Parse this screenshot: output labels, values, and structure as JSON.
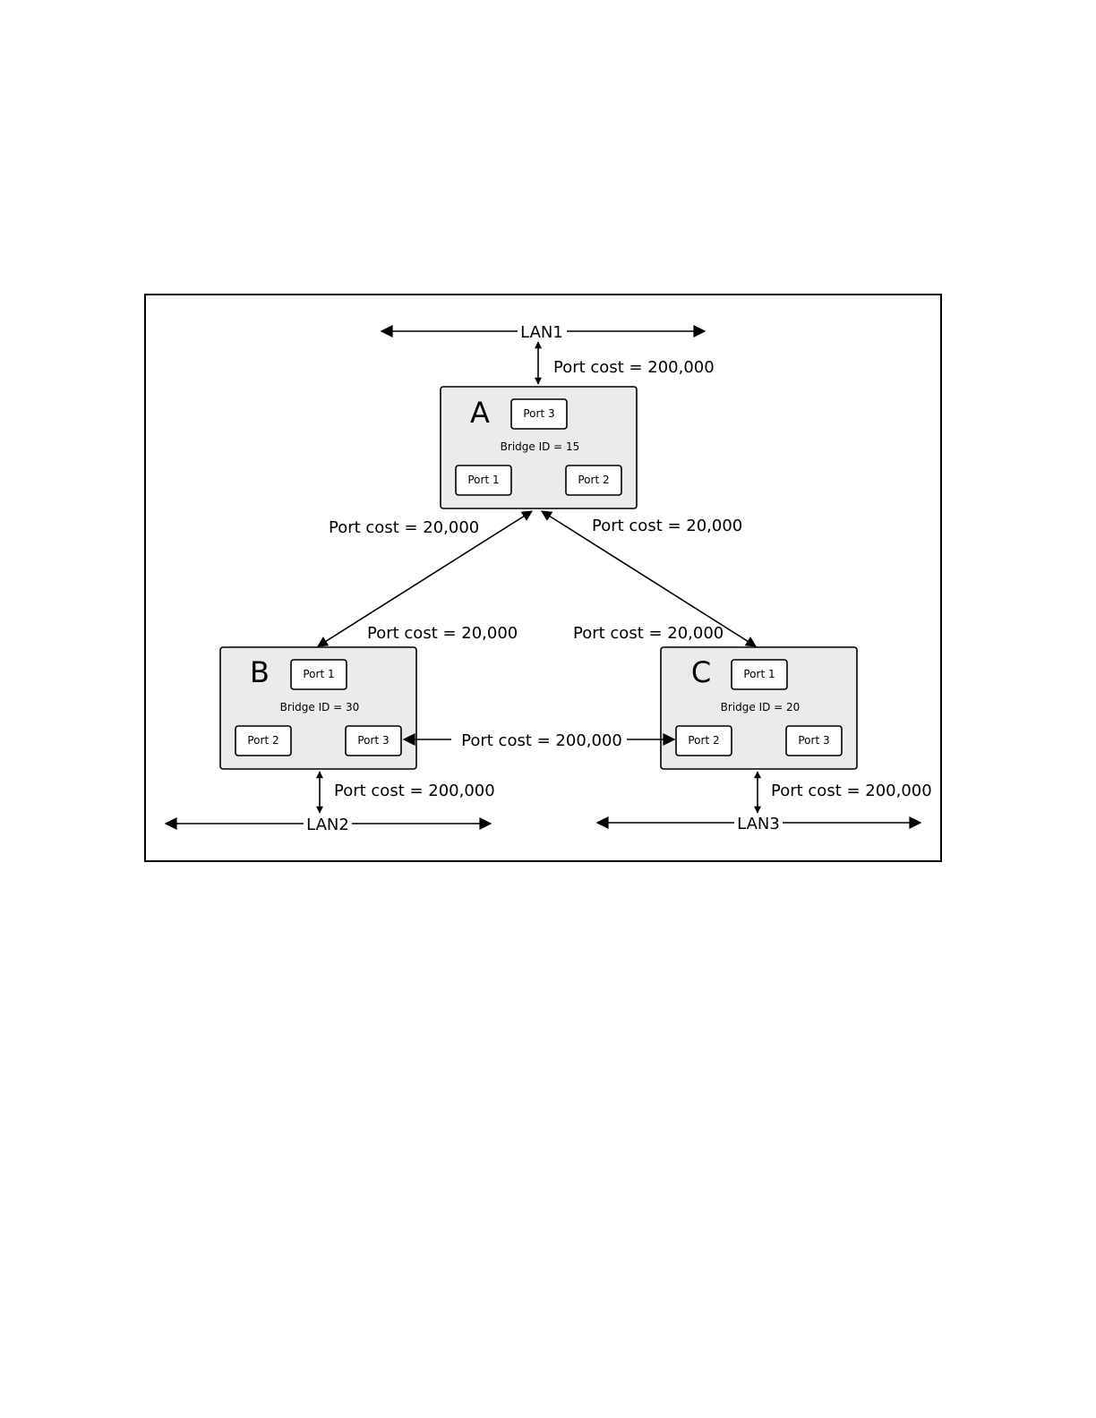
{
  "lans": {
    "lan1": "LAN1",
    "lan2": "LAN2",
    "lan3": "LAN3"
  },
  "bridges": {
    "a": {
      "letter": "A",
      "bridge_id": "Bridge ID = 15",
      "ports": [
        "Port 3",
        "Port 1",
        "Port 2"
      ]
    },
    "b": {
      "letter": "B",
      "bridge_id": "Bridge ID = 30",
      "ports": [
        "Port 1",
        "Port 2",
        "Port 3"
      ]
    },
    "c": {
      "letter": "C",
      "bridge_id": "Bridge ID = 20",
      "ports": [
        "Port 1",
        "Port 2",
        "Port 3"
      ]
    }
  },
  "costs": {
    "lan1_a": "Port cost = 200,000",
    "a_b_upper": "Port cost = 20,000",
    "a_c_upper": "Port cost = 20,000",
    "a_b_lower": "Port cost = 20,000",
    "a_c_lower": "Port cost = 20,000",
    "b_c": "Port cost = 200,000",
    "b_lan2": "Port cost = 200,000",
    "c_lan3": "Port cost = 200,000"
  }
}
